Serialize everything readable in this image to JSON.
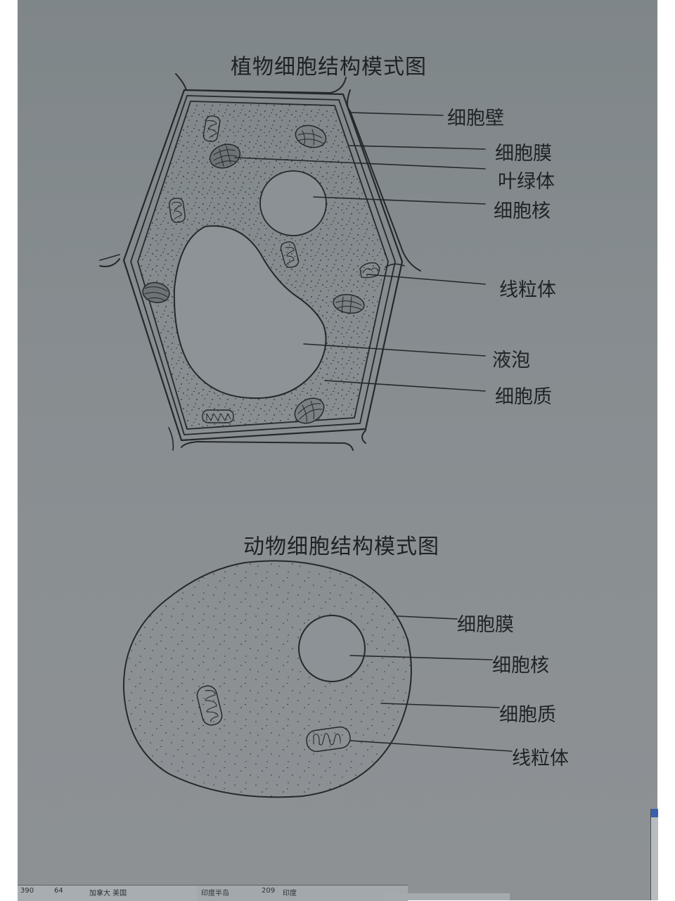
{
  "plant_cell": {
    "title": "植物细胞结构模式图",
    "labels": [
      {
        "id": "cell-wall",
        "text": "细胞壁"
      },
      {
        "id": "cell-membrane",
        "text": "细胞膜"
      },
      {
        "id": "chloroplast",
        "text": "叶绿体"
      },
      {
        "id": "nucleus",
        "text": "细胞核"
      },
      {
        "id": "mitochondrion",
        "text": "线粒体"
      },
      {
        "id": "vacuole",
        "text": "液泡"
      },
      {
        "id": "cytoplasm",
        "text": "细胞质"
      }
    ]
  },
  "animal_cell": {
    "title": "动物细胞结构模式图",
    "labels": [
      {
        "id": "cell-membrane",
        "text": "细胞膜"
      },
      {
        "id": "nucleus",
        "text": "细胞核"
      },
      {
        "id": "cytoplasm",
        "text": "细胞质"
      },
      {
        "id": "mitochondrion",
        "text": "线粒体"
      }
    ]
  },
  "background_strip": {
    "left_cells": [
      "390",
      "64",
      "加拿大 美国"
    ],
    "mid_cells": [
      "印度半岛",
      "209",
      "印度"
    ]
  },
  "colors": {
    "paper": "#878d90",
    "ink": "#1f2325",
    "margin": "#ffffff"
  }
}
